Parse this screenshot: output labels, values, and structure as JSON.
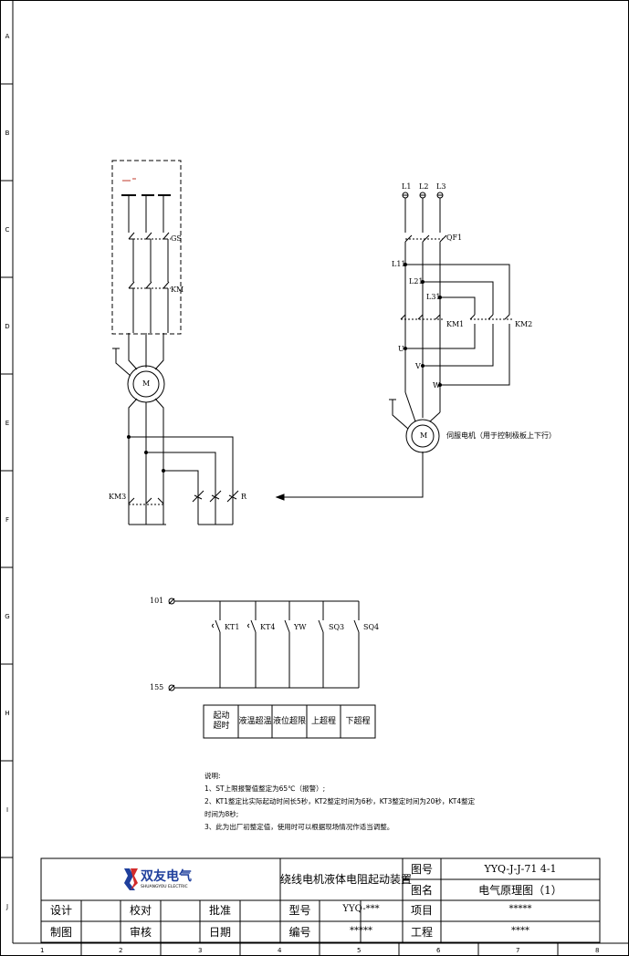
{
  "frame": {
    "row_labels": [
      "A",
      "B",
      "C",
      "D",
      "E",
      "F",
      "G",
      "H",
      "I",
      "J"
    ],
    "col_labels": [
      "1",
      "2",
      "3",
      "4",
      "5",
      "6",
      "7",
      "8"
    ]
  },
  "diagram1": {
    "switch_label": "GS",
    "contactor_label": "KM",
    "motor_label": "M",
    "km3_label": "KM3",
    "resistor_label": "R"
  },
  "diagram2": {
    "phase_labels": [
      "L1",
      "L2",
      "L3"
    ],
    "breaker_label": "QF1",
    "line_labels": [
      "L11",
      "L21",
      "L31"
    ],
    "km1_label": "KM1",
    "km2_label": "KM2",
    "terminal_labels": [
      "U",
      "V",
      "W"
    ],
    "motor_label": "M",
    "motor_desc": "伺服电机（用于控制极板上下行）"
  },
  "diagram3": {
    "top_node": "101",
    "bottom_node": "155",
    "contacts": [
      "KT1",
      "KT4",
      "YW",
      "SQ3",
      "SQ4"
    ],
    "legend": [
      "起动\n超时",
      "液温超温",
      "液位超限",
      "上超程",
      "下超程"
    ]
  },
  "notes": [
    "说明:",
    "1、ST上限报警值整定为65℃（报警）;",
    "2、KT1整定比实际起动时间长5秒，KT2整定时间为6秒，KT3整定时间为20秒，KT4整定",
    "时间为8秒;",
    "3、此为出厂初整定值，使用时可以根据现场情况作适当调整。"
  ],
  "titleblock": {
    "company_cn": "双友电气",
    "company_en": "SHUANGYOU ELECTRIC",
    "drawing_name": "绕线电机液体电阻起动装置",
    "label_drawing_no": "图号",
    "drawing_no": "YYQ-J-J-71  4-1",
    "label_title": "图名",
    "title": "电气原理图（1）",
    "label_design": "设计",
    "label_check": "校对",
    "label_approve": "批准",
    "label_model": "型号",
    "model": "YYQ-***",
    "label_project": "项目",
    "project": "*****",
    "label_draw": "制图",
    "label_review": "审核",
    "label_date": "日期",
    "label_number": "编号",
    "number": "*****",
    "label_engineering": "工程",
    "engineering": "****"
  }
}
